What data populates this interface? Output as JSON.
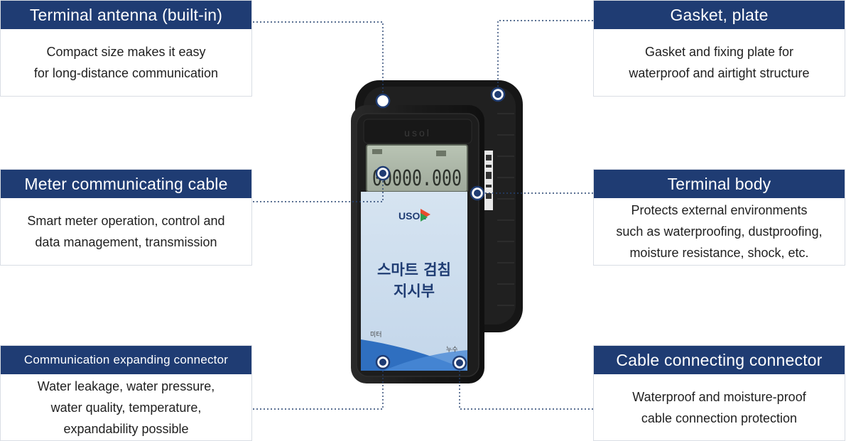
{
  "device": {
    "brand_mark": "USOL",
    "engraved_brand": "usol",
    "display_reading": "00000.000",
    "label_title_line1": "스마트 검침",
    "label_title_line2": "지시부",
    "label_left": "미터",
    "label_right": "누수"
  },
  "callouts": {
    "terminal_antenna": {
      "title": "Terminal antenna (built-in)",
      "lines": [
        "Compact size makes it easy",
        "for long-distance communication"
      ]
    },
    "gasket_plate": {
      "title": "Gasket, plate",
      "lines": [
        "Gasket and fixing plate for",
        "waterproof and airtight structure"
      ]
    },
    "meter_cable": {
      "title": "Meter communicating cable",
      "lines": [
        "Smart meter operation, control and",
        "data management, transmission"
      ]
    },
    "terminal_body": {
      "title": "Terminal body",
      "lines": [
        "Protects external environments",
        "such as waterproofing, dustproofing,",
        "moisture resistance, shock, etc."
      ]
    },
    "expanding_connector": {
      "title": "Communication expanding connector",
      "lines": [
        "Water leakage, water pressure,",
        "water quality, temperature,",
        "expandability possible"
      ]
    },
    "cable_connector": {
      "title": "Cable connecting connector",
      "lines": [
        "Waterproof and moisture-proof",
        "cable connection protection"
      ]
    }
  },
  "colors": {
    "header_navy": "#1f3c73",
    "device_black": "#1b1b1b",
    "label_blue": "#2f6fc0"
  }
}
